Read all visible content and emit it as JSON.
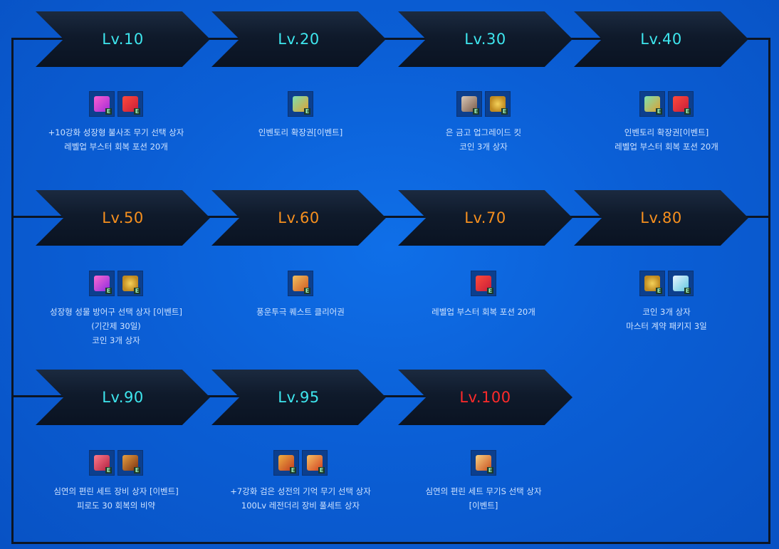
{
  "colors": {
    "cyan": "#3ee6ee",
    "orange": "#f7901e",
    "red": "#ff2a2a"
  },
  "rewards": [
    {
      "level": "Lv.10",
      "color": "cyan",
      "icons": [
        "pink-weapon-box-icon",
        "red-potion-icon"
      ],
      "lines": [
        "+10강화 성장형 불사조 무기 선택 상자",
        "레벨업 부스터 회복 포션 20개"
      ]
    },
    {
      "level": "Lv.20",
      "color": "cyan",
      "icons": [
        "inventory-bag-icon"
      ],
      "lines": [
        "인벤토리 확장권[이벤트]"
      ]
    },
    {
      "level": "Lv.30",
      "color": "cyan",
      "icons": [
        "silver-chest-icon",
        "gold-coin-icon"
      ],
      "lines": [
        "은 금고 업그레이드 킷",
        "코인 3개 상자"
      ]
    },
    {
      "level": "Lv.40",
      "color": "cyan",
      "icons": [
        "inventory-bag-icon",
        "red-potion-icon"
      ],
      "lines": [
        "인벤토리 확장권[이벤트]",
        "레벨업 부스터 회복 포션 20개"
      ]
    },
    {
      "level": "Lv.50",
      "color": "orange",
      "icons": [
        "pink-armor-box-icon",
        "gold-coin-icon"
      ],
      "lines": [
        "성장형 성물 방어구 선택 상자 [이벤트]",
        "(기간제 30일)",
        "코인 3개 상자"
      ]
    },
    {
      "level": "Lv.60",
      "color": "orange",
      "icons": [
        "quest-scroll-icon"
      ],
      "lines": [
        "풍운투극 퀘스트 클리어권"
      ]
    },
    {
      "level": "Lv.70",
      "color": "orange",
      "icons": [
        "red-potion-icon"
      ],
      "lines": [
        "레벨업 부스터 회복 포션 20개"
      ]
    },
    {
      "level": "Lv.80",
      "color": "orange",
      "icons": [
        "gold-coin-icon",
        "master-contract-icon"
      ],
      "lines": [
        "코인 3개 상자",
        "마스터 계약 패키지 3일"
      ]
    },
    {
      "level": "Lv.90",
      "color": "cyan",
      "icons": [
        "equipment-set-box-icon",
        "elixir-bottle-icon"
      ],
      "lines": [
        "심연의 편린 세트 장비 상자 [이벤트]",
        "피로도 30 회복의 비약"
      ]
    },
    {
      "level": "Lv.95",
      "color": "cyan",
      "icons": [
        "weapon-box-icon",
        "legendary-set-box-icon"
      ],
      "lines": [
        "+7강화 검은 성전의 기억 무기 선택 상자",
        "100Lv 레전더리 장비 풀세트 상자"
      ]
    },
    {
      "level": "Lv.100",
      "color": "red",
      "icons": [
        "abyss-weapon-box-icon"
      ],
      "lines": [
        "심연의 편린 세트 무기S 선택 상자",
        "[이벤트]"
      ]
    }
  ]
}
